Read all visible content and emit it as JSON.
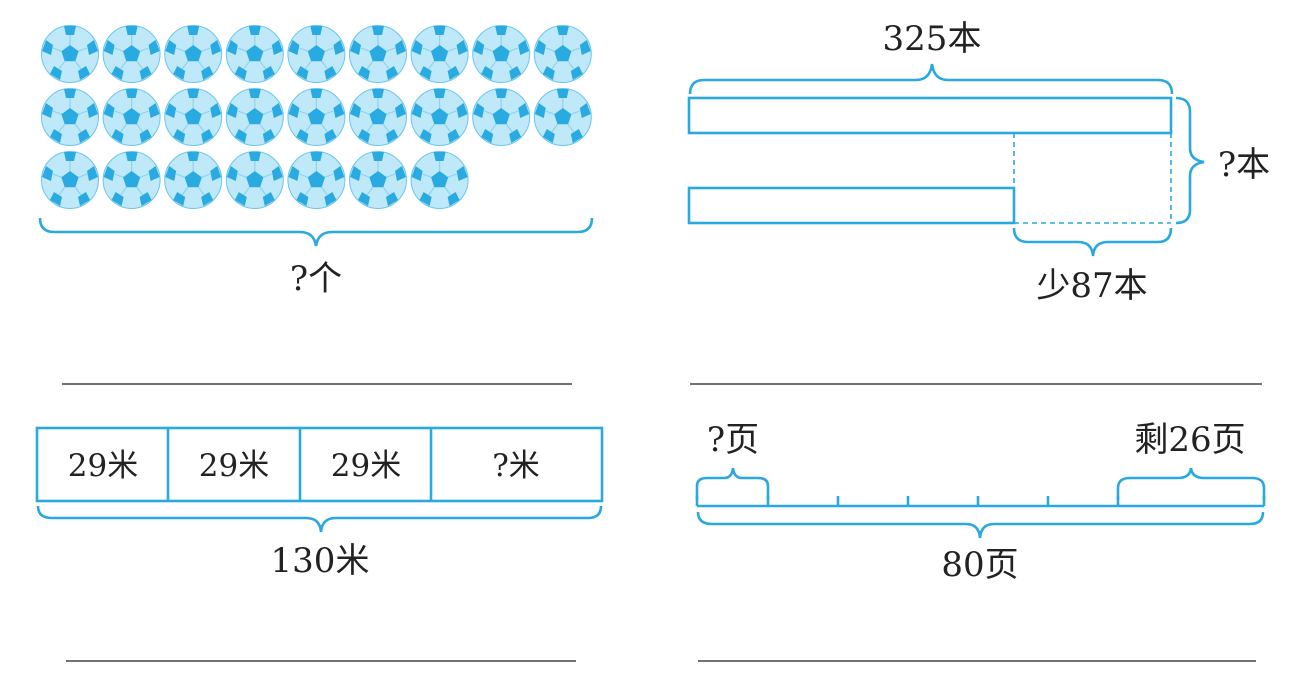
{
  "colors": {
    "accent": "#2aa8e0",
    "ball_fill": "#bfe8f8",
    "ball_patch": "#29abe2",
    "text": "#222222"
  },
  "icons": {
    "ball": "soccer-ball-icon"
  },
  "problems": {
    "balls": {
      "rows": [
        9,
        9,
        7
      ],
      "total_label": "?个"
    },
    "books": {
      "total_label": "325本",
      "sum_label": "?本",
      "less_label": "少87本"
    },
    "ribbon": {
      "segments": [
        "29米",
        "29米",
        "29米",
        "?米"
      ],
      "total_label": "130米"
    },
    "pages": {
      "left_label": "?页",
      "right_label": "剩26页",
      "total_label": "80页"
    }
  }
}
